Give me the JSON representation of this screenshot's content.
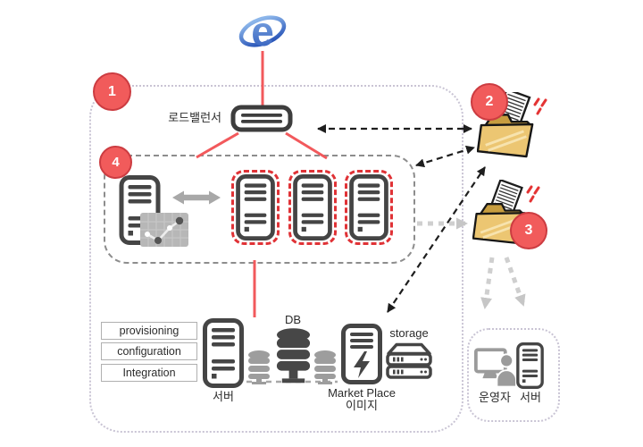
{
  "colors": {
    "accent_red": "#f2595c",
    "badge_red": "#f15b5b",
    "badge_border": "#cc3c41",
    "dark_icon": "#454545",
    "gray_icon": "#9b9b9b",
    "group_dotted_border": "#c9c4d4",
    "group_dashed_border": "#8d8d8d",
    "server_highlight_border": "#e03236",
    "folder_front": "#ecc672",
    "folder_back": "#c79d3f"
  },
  "badges": {
    "one": "1",
    "two": "2",
    "three": "3",
    "four": "4"
  },
  "labels": {
    "load_balancer": "로드밸런서",
    "features": [
      "provisioning",
      "configuration",
      "Integration"
    ],
    "server": "서버",
    "db": "DB",
    "market_place_line1": "Market Place",
    "market_place_line2": "이미지",
    "storage": "storage",
    "operator": "운영자",
    "operator_server": "서버"
  }
}
